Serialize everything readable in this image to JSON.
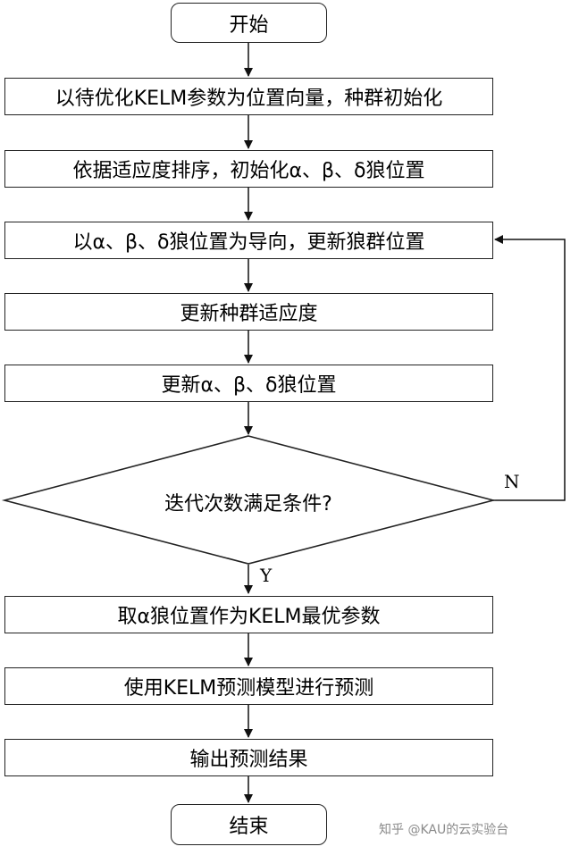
{
  "flowchart": {
    "start": "开始",
    "steps": [
      "以待优化KELM参数为位置向量，种群初始化",
      "依据适应度排序，初始化α、β、δ狼位置",
      "以α、β、δ狼位置为导向，更新狼群位置",
      "更新种群适应度",
      "更新α、β、δ狼位置"
    ],
    "decision": "迭代次数满足条件?",
    "yes_label": "Y",
    "no_label": "N",
    "after_steps": [
      "取α狼位置作为KELM最优参数",
      "使用KELM预测模型进行预测",
      "输出预测结果"
    ],
    "end": "结束"
  },
  "watermark": "知乎 @KAU的云实验台"
}
